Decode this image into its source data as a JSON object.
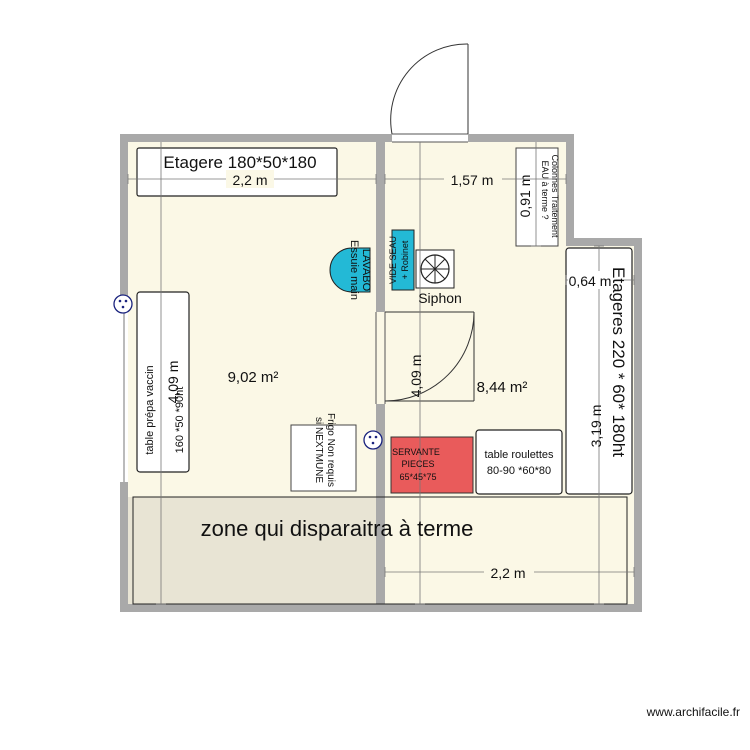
{
  "rooms": {
    "left_area": "9,02 m²",
    "right_area": "8,44 m²",
    "bottom_zone": "zone qui disparaitra à terme"
  },
  "dimensions": {
    "top_left_width": "2,2 m",
    "top_right_width": "1,57 m",
    "top_right_small": "0,91 m",
    "right_small": "0,64 m",
    "left_height": "4,09 m",
    "middle_height": "4,09 m",
    "right_height": "3,19 m",
    "bottom_width": "2,2 m"
  },
  "furniture": {
    "etagere_top": "Etagere 180*50*180",
    "colonnes_line1": "Colonnes Traitement",
    "colonnes_line2": "EAU à terme ?",
    "lavabo_line1": "LAVABO",
    "lavabo_line2": "Essuie main",
    "vide_seau_line1": "VIDE SEAU",
    "vide_seau_line2": "+ Robinet",
    "siphon": "Siphon",
    "etageres_right": "Etageres 220 * 60* 180ht",
    "table_vaccin_line1": "table prépa vaccin",
    "table_vaccin_line2": "160 *50 *90ht",
    "frigo_line1": "Frigo Non requis",
    "frigo_line2": "si NEXTMUNE",
    "servante_line1": "SERVANTE",
    "servante_line2": "PIECES",
    "servante_line3": "65*45*75",
    "table_roulettes_line1": "table roulettes",
    "table_roulettes_line2": "80-90 *60*80"
  },
  "watermark": "www.archifacile.fr",
  "colors": {
    "wall": "#a9a9a9",
    "floor": "#fbf8e6",
    "zone": "#e8e4d4",
    "servante": "#e95b5b",
    "sink": "#23b9d6",
    "outline": "#222222"
  }
}
